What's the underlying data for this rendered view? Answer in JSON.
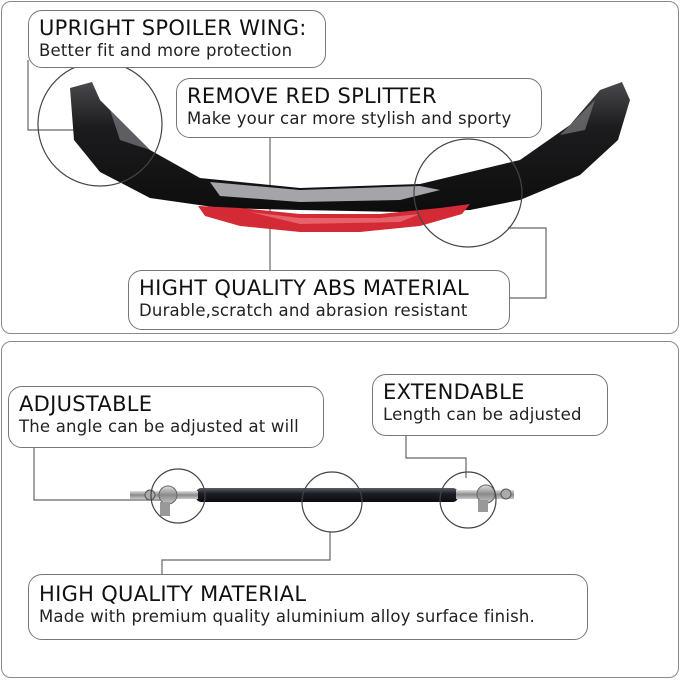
{
  "top_panel": {
    "callouts": [
      {
        "title": "UPRIGHT SPOILER WING:",
        "subtitle": "Better fit and more protection"
      },
      {
        "title": "REMOVE RED SPLITTER",
        "subtitle": "Make your car more stylish and sporty"
      },
      {
        "title": "HIGHT QUALITY ABS MATERIAL",
        "subtitle": "Durable,scratch and abrasion resistant"
      }
    ]
  },
  "bottom_panel": {
    "callouts": [
      {
        "title": "ADJUSTABLE",
        "subtitle": "The angle can be adjusted at will"
      },
      {
        "title": "EXTENDABLE",
        "subtitle": "Length can be adjusted"
      },
      {
        "title": "HIGH QUALITY MATERIAL",
        "subtitle": "Made with premium quality aluminium alloy surface finish."
      }
    ]
  },
  "colors": {
    "splitter_red": "#d42a35",
    "lip_black": "#1c1c1e",
    "border_gray": "#8a8a8a"
  }
}
